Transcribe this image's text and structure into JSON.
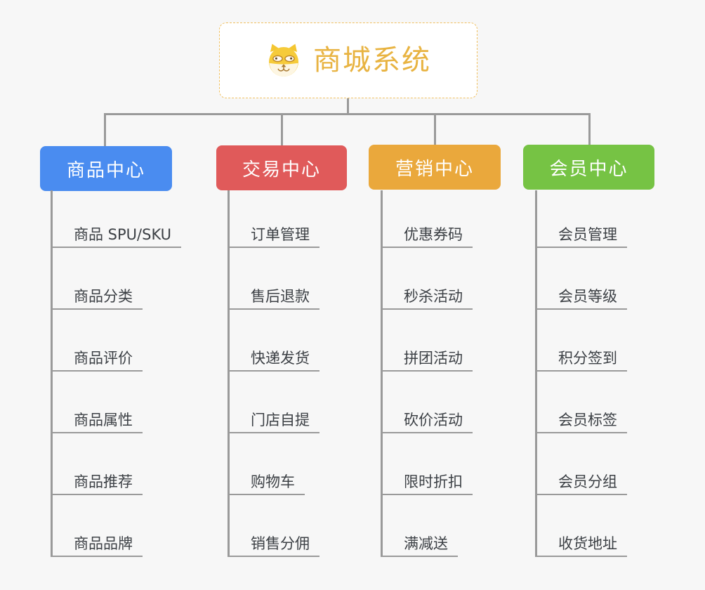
{
  "diagram": {
    "title": "商城系统",
    "icon": "shiba-dog-icon",
    "colors": {
      "background": "#f7f7f7",
      "root_border": "#f0c060",
      "root_title": "#e8b341",
      "connector": "#9a9a9a",
      "leaf_text": "#3c4045"
    },
    "categories": [
      {
        "label": "商品中心",
        "color": "#4a8cf0",
        "items": [
          "商品 SPU/SKU",
          "商品分类",
          "商品评价",
          "商品属性",
          "商品推荐",
          "商品品牌"
        ]
      },
      {
        "label": "交易中心",
        "color": "#e05a5a",
        "items": [
          "订单管理",
          "售后退款",
          "快递发货",
          "门店自提",
          "购物车",
          "销售分佣"
        ]
      },
      {
        "label": "营销中心",
        "color": "#eaa83c",
        "items": [
          "优惠券码",
          "秒杀活动",
          "拼团活动",
          "砍价活动",
          "限时折扣",
          "满减送"
        ]
      },
      {
        "label": "会员中心",
        "color": "#76c344",
        "items": [
          "会员管理",
          "会员等级",
          "积分签到",
          "会员标签",
          "会员分组",
          "收货地址"
        ]
      }
    ]
  }
}
